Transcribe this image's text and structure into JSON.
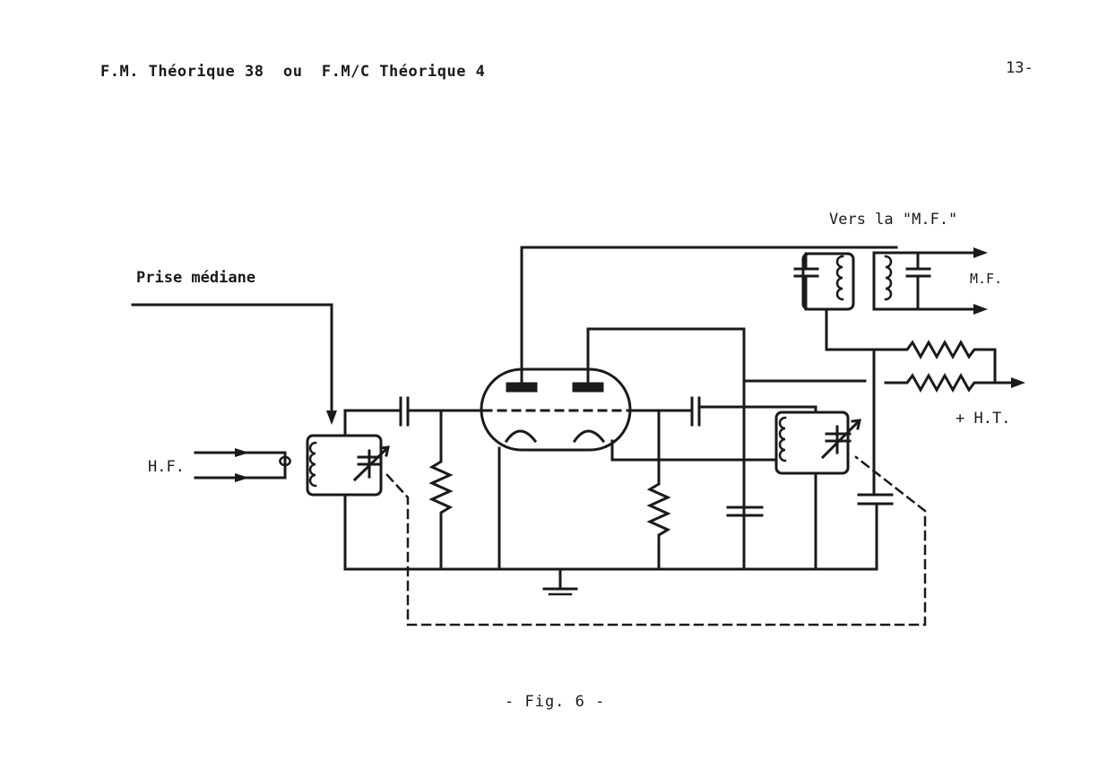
{
  "header": {
    "title": "F.M. Théorique 38  ou  F.M/C Théorique 4",
    "page_number": "13-"
  },
  "labels": {
    "vers_la_mf": "Vers la \"M.F.\"",
    "prise_mediane": "Prise médiane",
    "mf": "M.F.",
    "hf": "H.F.",
    "ht": "+ H.T."
  },
  "caption": "- Fig. 6 -"
}
